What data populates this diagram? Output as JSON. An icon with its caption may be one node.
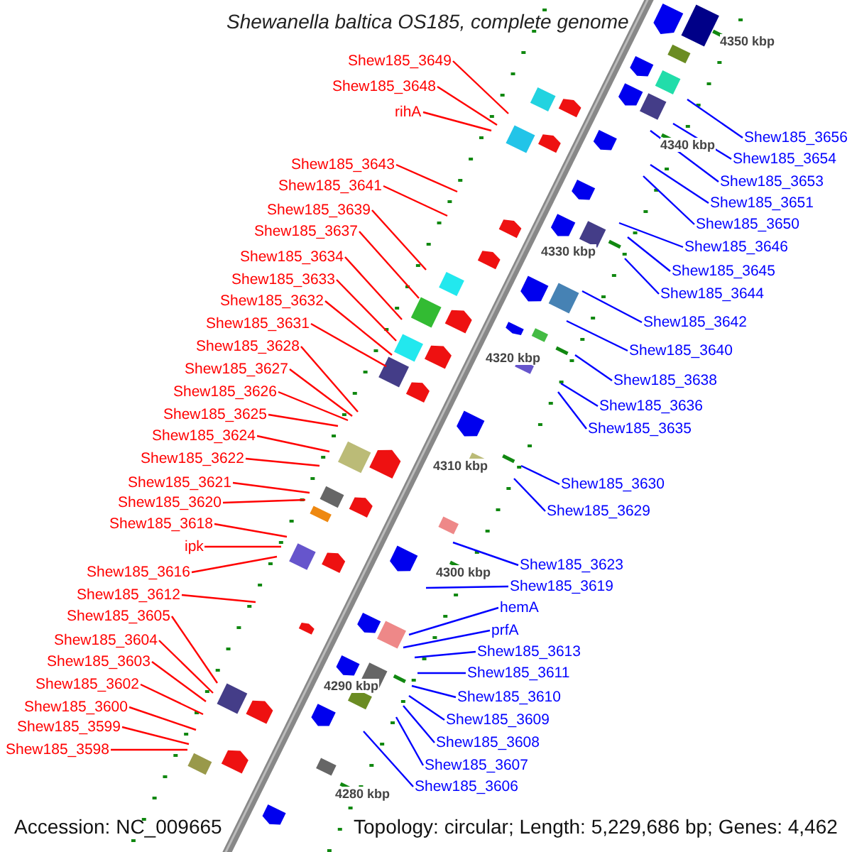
{
  "diagram": {
    "title": "Shewanella baltica OS185, complete genome",
    "nodes": [
      {
        "text": [
          "Shew185_3649"
        ]
      },
      {
        "text": [
          "Shew185_3648"
        ]
      },
      {
        "text": [
          "rihA"
        ]
      },
      {
        "text": [
          "Shew185_3643"
        ]
      },
      {
        "text": [
          "Shew185_3641"
        ]
      },
      {
        "text": [
          "Shew185_3639"
        ]
      },
      {
        "text": [
          "Shew185_3637"
        ]
      },
      {
        "text": [
          "Shew185_3634"
        ]
      },
      {
        "text": [
          "Shew185_3633"
        ]
      },
      {
        "text": [
          "Shew185_3632"
        ]
      },
      {
        "text": [
          "Shew185_3631"
        ]
      },
      {
        "text": [
          "Shew185_3628"
        ]
      },
      {
        "text": [
          "Shew185_3627"
        ]
      },
      {
        "text": [
          "Shew185_3626"
        ]
      },
      {
        "text": [
          "Shew185_3625"
        ]
      },
      {
        "text": [
          "Shew185_3624"
        ]
      },
      {
        "text": [
          "Shew185_3622"
        ]
      },
      {
        "text": [
          "Shew185_3621"
        ]
      },
      {
        "text": [
          "Shew185_3620"
        ]
      },
      {
        "text": [
          "Shew185_3618"
        ]
      },
      {
        "text": [
          "ipk"
        ]
      },
      {
        "text": [
          "Shew185_3616"
        ]
      },
      {
        "text": [
          "Shew185_3612"
        ]
      },
      {
        "text": [
          "Shew185_3605"
        ]
      },
      {
        "text": [
          "Shew185_3604"
        ]
      },
      {
        "text": [
          "Shew185_3603"
        ]
      },
      {
        "text": [
          "Shew185_3602"
        ]
      },
      {
        "text": [
          "Shew185_3600"
        ]
      },
      {
        "text": [
          "Shew185_3599"
        ]
      },
      {
        "text": [
          "Shew185_3598"
        ]
      },
      {
        "text": [
          "Shew185_3656"
        ]
      },
      {
        "text": [
          "Shew185_3654"
        ]
      },
      {
        "text": [
          "Shew185_3653"
        ]
      },
      {
        "text": [
          "Shew185_3651"
        ]
      },
      {
        "text": [
          "Shew185_3650"
        ]
      },
      {
        "text": [
          "Shew185_3646"
        ]
      },
      {
        "text": [
          "Shew185_3645"
        ]
      },
      {
        "text": [
          "Shew185_3644"
        ]
      },
      {
        "text": [
          "Shew185_3642"
        ]
      },
      {
        "text": [
          "Shew185_3640"
        ]
      },
      {
        "text": [
          "Shew185_3638"
        ]
      },
      {
        "text": [
          "Shew185_3636"
        ]
      },
      {
        "text": [
          "Shew185_3635"
        ]
      },
      {
        "text": [
          "Shew185_3630"
        ]
      },
      {
        "text": [
          "Shew185_3629"
        ]
      },
      {
        "text": [
          "Shew185_3623"
        ]
      },
      {
        "text": [
          "Shew185_3619"
        ]
      },
      {
        "text": [
          "hemA"
        ]
      },
      {
        "text": [
          "prfA"
        ]
      },
      {
        "text": [
          "Shew185_3613"
        ]
      },
      {
        "text": [
          "Shew185_3611"
        ]
      },
      {
        "text": [
          "Shew185_3610"
        ]
      },
      {
        "text": [
          "Shew185_3609"
        ]
      },
      {
        "text": [
          "Shew185_3608"
        ]
      },
      {
        "text": [
          "Shew185_3607"
        ]
      },
      {
        "text": [
          "Shew185_3606"
        ]
      }
    ],
    "edges": [
      {
        "from": 0,
        "to": null,
        "arrow": "none"
      },
      {
        "from": 1,
        "to": null,
        "arrow": "none"
      },
      {
        "from": 2,
        "to": null,
        "arrow": "none"
      },
      {
        "from": 3,
        "to": null,
        "arrow": "none"
      },
      {
        "from": 4,
        "to": null,
        "arrow": "none"
      },
      {
        "from": 5,
        "to": null,
        "arrow": "none"
      },
      {
        "from": 6,
        "to": null,
        "arrow": "none"
      },
      {
        "from": 7,
        "to": null,
        "arrow": "none"
      },
      {
        "from": 8,
        "to": null,
        "arrow": "none"
      },
      {
        "from": 9,
        "to": null,
        "arrow": "none"
      },
      {
        "from": 10,
        "to": null,
        "arrow": "none"
      },
      {
        "from": 11,
        "to": null,
        "arrow": "none"
      },
      {
        "from": 12,
        "to": null,
        "arrow": "none"
      },
      {
        "from": 13,
        "to": null,
        "arrow": "none"
      },
      {
        "from": 14,
        "to": null,
        "arrow": "none"
      },
      {
        "from": 15,
        "to": null,
        "arrow": "none"
      },
      {
        "from": 16,
        "to": null,
        "arrow": "none"
      },
      {
        "from": 17,
        "to": null,
        "arrow": "none"
      },
      {
        "from": 18,
        "to": null,
        "arrow": "none"
      },
      {
        "from": 19,
        "to": null,
        "arrow": "none"
      },
      {
        "from": 20,
        "to": null,
        "arrow": "none"
      },
      {
        "from": 21,
        "to": null,
        "arrow": "none"
      },
      {
        "from": 22,
        "to": null,
        "arrow": "none"
      },
      {
        "from": 23,
        "to": null,
        "arrow": "none"
      },
      {
        "from": 24,
        "to": null,
        "arrow": "none"
      },
      {
        "from": 25,
        "to": null,
        "arrow": "none"
      },
      {
        "from": 26,
        "to": null,
        "arrow": "none"
      },
      {
        "from": 27,
        "to": null,
        "arrow": "none"
      },
      {
        "from": 28,
        "to": null,
        "arrow": "none"
      },
      {
        "from": 29,
        "to": null,
        "arrow": "none"
      },
      {
        "from": 30,
        "to": null,
        "arrow": "none",
        "color": "#0000ff"
      },
      {
        "from": 31,
        "to": null,
        "arrow": "none",
        "color": "#0000ff"
      },
      {
        "from": 32,
        "to": null,
        "arrow": "none",
        "color": "#0000ff"
      },
      {
        "from": 33,
        "to": null,
        "arrow": "none",
        "color": "#0000ff"
      },
      {
        "from": 34,
        "to": null,
        "arrow": "none",
        "color": "#0000ff"
      },
      {
        "from": 35,
        "to": null,
        "arrow": "none",
        "color": "#0000ff"
      },
      {
        "from": 36,
        "to": null,
        "arrow": "none",
        "color": "#0000ff"
      },
      {
        "from": 37,
        "to": null,
        "arrow": "none",
        "color": "#0000ff"
      },
      {
        "from": 38,
        "to": null,
        "arrow": "none",
        "color": "#0000ff"
      },
      {
        "from": 39,
        "to": null,
        "arrow": "none",
        "color": "#0000ff"
      },
      {
        "from": 40,
        "to": null,
        "arrow": "none",
        "color": "#0000ff"
      },
      {
        "from": 41,
        "to": null,
        "arrow": "none",
        "color": "#0000ff"
      },
      {
        "from": 42,
        "to": null,
        "arrow": "none",
        "color": "#0000ff"
      },
      {
        "from": 43,
        "to": null,
        "arrow": "none",
        "color": "#0000ff"
      },
      {
        "from": 44,
        "to": null,
        "arrow": "none",
        "color": "#0000ff"
      },
      {
        "from": 45,
        "to": null,
        "arrow": "none",
        "color": "#0000ff"
      },
      {
        "from": 46,
        "to": null,
        "arrow": "none",
        "color": "#0000ff"
      },
      {
        "from": 47,
        "to": null,
        "arrow": "none",
        "color": "#0000ff"
      },
      {
        "from": 48,
        "to": null,
        "arrow": "none",
        "color": "#0000ff"
      },
      {
        "from": 49,
        "to": null,
        "arrow": "none",
        "color": "#0000ff"
      },
      {
        "from": 50,
        "to": null,
        "arrow": "none",
        "color": "#0000ff"
      },
      {
        "from": 51,
        "to": null,
        "arrow": "none",
        "color": "#0000ff"
      },
      {
        "from": 52,
        "to": null,
        "arrow": "none",
        "color": "#0000ff"
      },
      {
        "from": 53,
        "to": null,
        "arrow": "none",
        "color": "#0000ff"
      },
      {
        "from": 54,
        "to": null,
        "arrow": "none",
        "color": "#0000ff"
      },
      {
        "from": 55,
        "to": null,
        "arrow": "none",
        "color": "#0000ff"
      }
    ],
    "labels": [
      "4350 kbp",
      "4340 kbp",
      "4330 kbp",
      "4320 kbp",
      "4310 kbp",
      "4300 kbp",
      "4290 kbp",
      "4280 kbp",
      "Accession: NC_009665",
      "Topology: circular; Length: 5,229,686 bp; Genes: 4,462"
    ]
  }
}
